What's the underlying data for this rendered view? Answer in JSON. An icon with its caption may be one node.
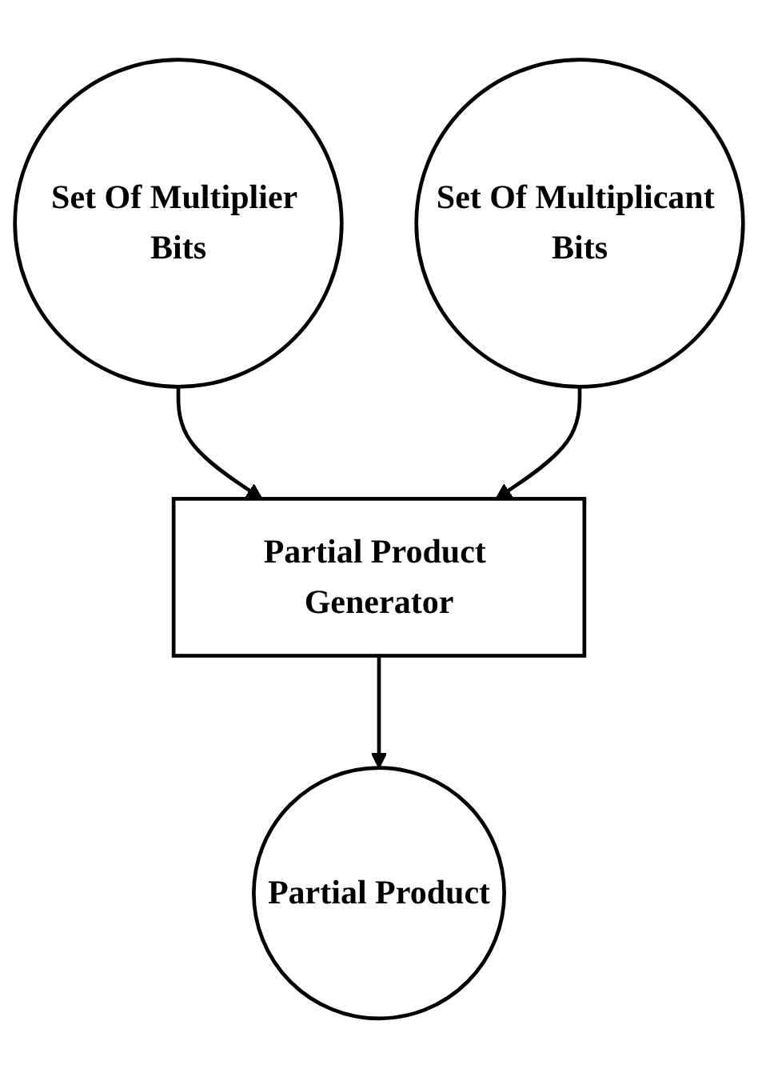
{
  "diagram": {
    "nodes": [
      {
        "text": [
          "Set Of Multiplier Bits"
        ]
      },
      {
        "text": [
          "Set Of Multiplicant Bits"
        ]
      },
      {
        "text": [
          "Partial Product Generator"
        ]
      },
      {
        "text": [
          "Partial Product"
        ]
      }
    ],
    "edges": [
      {
        "from": 0,
        "to": 2,
        "arrow": "to"
      },
      {
        "from": 1,
        "to": 2,
        "arrow": "to"
      },
      {
        "from": 2,
        "to": 3,
        "arrow": "to"
      }
    ]
  }
}
